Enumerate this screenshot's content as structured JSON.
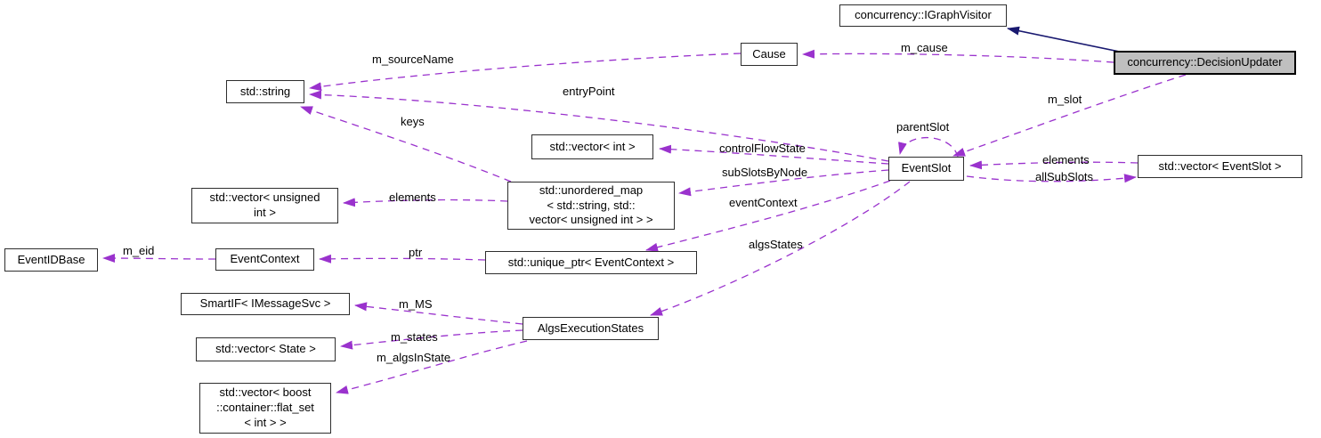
{
  "diagram": {
    "kind": "collaboration-graph",
    "colors": {
      "usage_edge": "#9a32cd",
      "inheritance_edge": "#191970",
      "node_fill": "#ffffff",
      "node_border": "#2e2e2e",
      "highlight_fill": "#bfbfbf",
      "text": "#000000"
    },
    "nodes": [
      {
        "id": "igraphvisitor",
        "label": "concurrency::IGraphVisitor"
      },
      {
        "id": "decisionupdater",
        "label": "concurrency::DecisionUpdater",
        "highlighted": true
      },
      {
        "id": "cause",
        "label": "Cause"
      },
      {
        "id": "std-string",
        "label": "std::string"
      },
      {
        "id": "vector-int",
        "label": "std::vector< int >"
      },
      {
        "id": "unordered-map",
        "label": "std::unordered_map\n< std::string, std::\nvector< unsigned int > >"
      },
      {
        "id": "vector-unsigned",
        "label": "std::vector< unsigned\nint >"
      },
      {
        "id": "eventidbase",
        "label": "EventIDBase"
      },
      {
        "id": "eventcontext",
        "label": "EventContext"
      },
      {
        "id": "unique-ptr",
        "label": "std::unique_ptr< EventContext >"
      },
      {
        "id": "smartif",
        "label": "SmartIF< IMessageSvc >"
      },
      {
        "id": "vector-state",
        "label": "std::vector< State >"
      },
      {
        "id": "vector-boost",
        "label": "std::vector< boost\n::container::flat_set\n< int > >"
      },
      {
        "id": "algsexecstates",
        "label": "AlgsExecutionStates"
      },
      {
        "id": "eventslot",
        "label": "EventSlot"
      },
      {
        "id": "vector-eventslot",
        "label": "std::vector< EventSlot >"
      }
    ],
    "edge_labels": [
      {
        "id": "m_sourceName",
        "text": "m_sourceName"
      },
      {
        "id": "entryPoint",
        "text": "entryPoint"
      },
      {
        "id": "keys",
        "text": "keys"
      },
      {
        "id": "m_cause",
        "text": "m_cause"
      },
      {
        "id": "m_slot",
        "text": "m_slot"
      },
      {
        "id": "parentSlot",
        "text": "parentSlot"
      },
      {
        "id": "controlFlowState",
        "text": "controlFlowState"
      },
      {
        "id": "subSlotsByNode",
        "text": "subSlotsByNode"
      },
      {
        "id": "eventContext",
        "text": "eventContext"
      },
      {
        "id": "algsStates",
        "text": "algsStates"
      },
      {
        "id": "elements_right",
        "text": "elements"
      },
      {
        "id": "allSubSlots",
        "text": "allSubSlots"
      },
      {
        "id": "elements_left",
        "text": "elements"
      },
      {
        "id": "ptr",
        "text": "ptr"
      },
      {
        "id": "m_eid",
        "text": "m_eid"
      },
      {
        "id": "m_MS",
        "text": "m_MS"
      },
      {
        "id": "m_states",
        "text": "m_states"
      },
      {
        "id": "m_algsInState",
        "text": "m_algsInState"
      }
    ]
  }
}
